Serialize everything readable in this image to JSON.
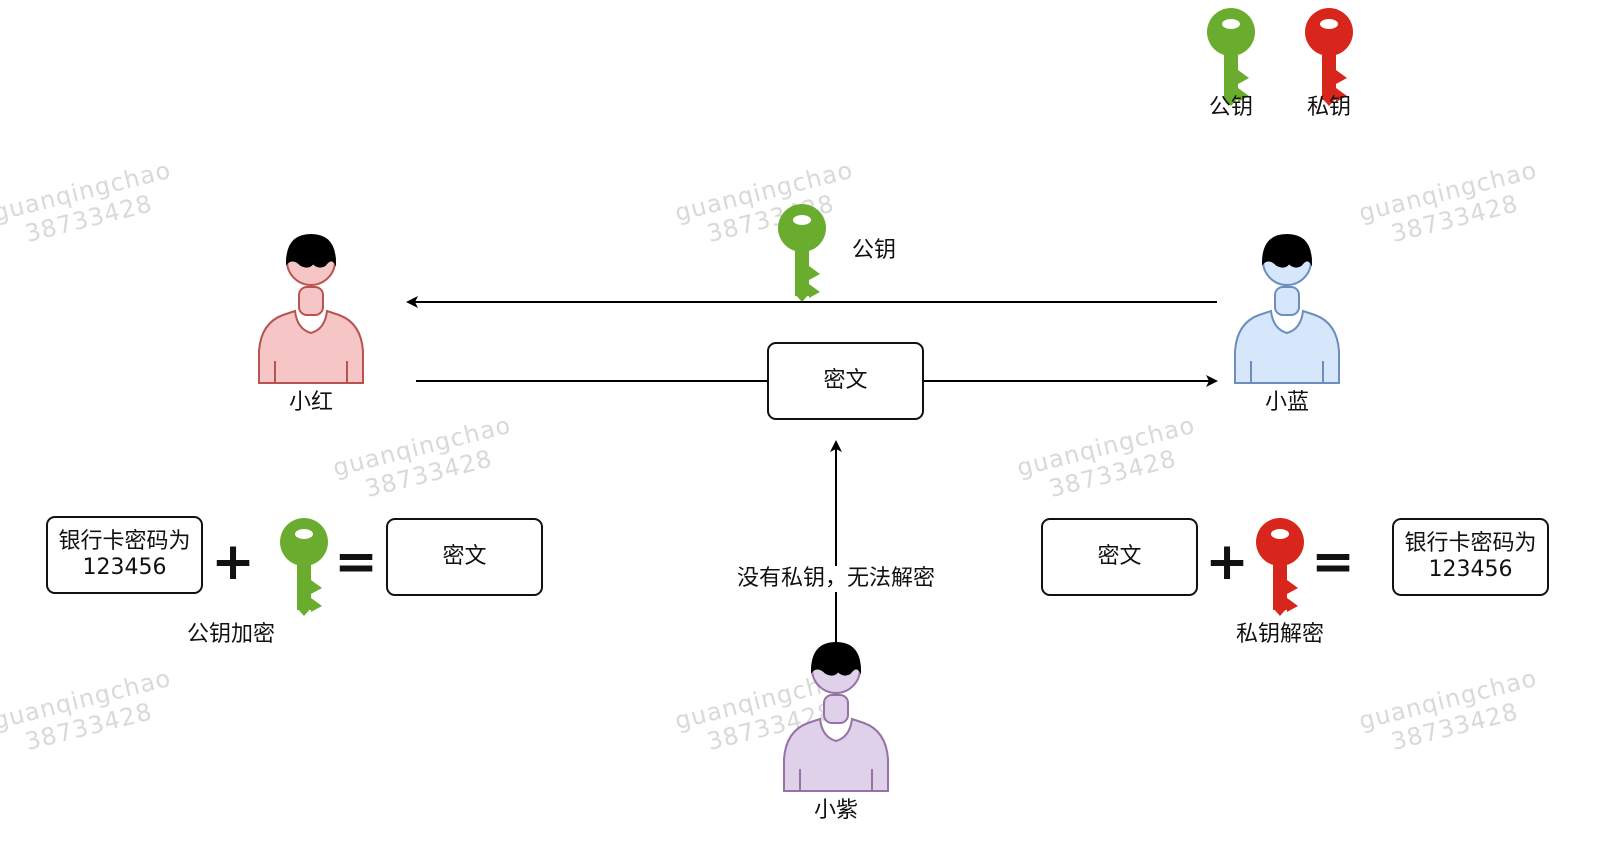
{
  "legend": {
    "public_key_label": "公钥",
    "private_key_label": "私钥"
  },
  "colors": {
    "public_key": "#6aad2e",
    "private_key": "#d9261c",
    "red_person": "#f6c6c6",
    "red_person_stroke": "#b85450",
    "blue_person": "#d6e6fb",
    "blue_person_stroke": "#6c8ebf",
    "purple_person": "#e0d1ea",
    "purple_person_stroke": "#9673a6"
  },
  "people": {
    "xiaohong": "小红",
    "xiaolan": "小蓝",
    "xiaozi": "小紫"
  },
  "flow": {
    "public_key_label": "公钥",
    "cipher_box": "密文",
    "no_private_key": "没有私钥，无法解密"
  },
  "encrypt": {
    "plain_line1": "银行卡密码为",
    "plain_line2": "123456",
    "plus": "+",
    "equals": "=",
    "cipher": "密文",
    "caption": "公钥加密"
  },
  "decrypt": {
    "cipher": "密文",
    "plus": "+",
    "equals": "=",
    "plain_line1": "银行卡密码为",
    "plain_line2": "123456",
    "caption": "私钥解密"
  },
  "watermark": {
    "line1": "guanqingchao",
    "line2": "38733428"
  }
}
